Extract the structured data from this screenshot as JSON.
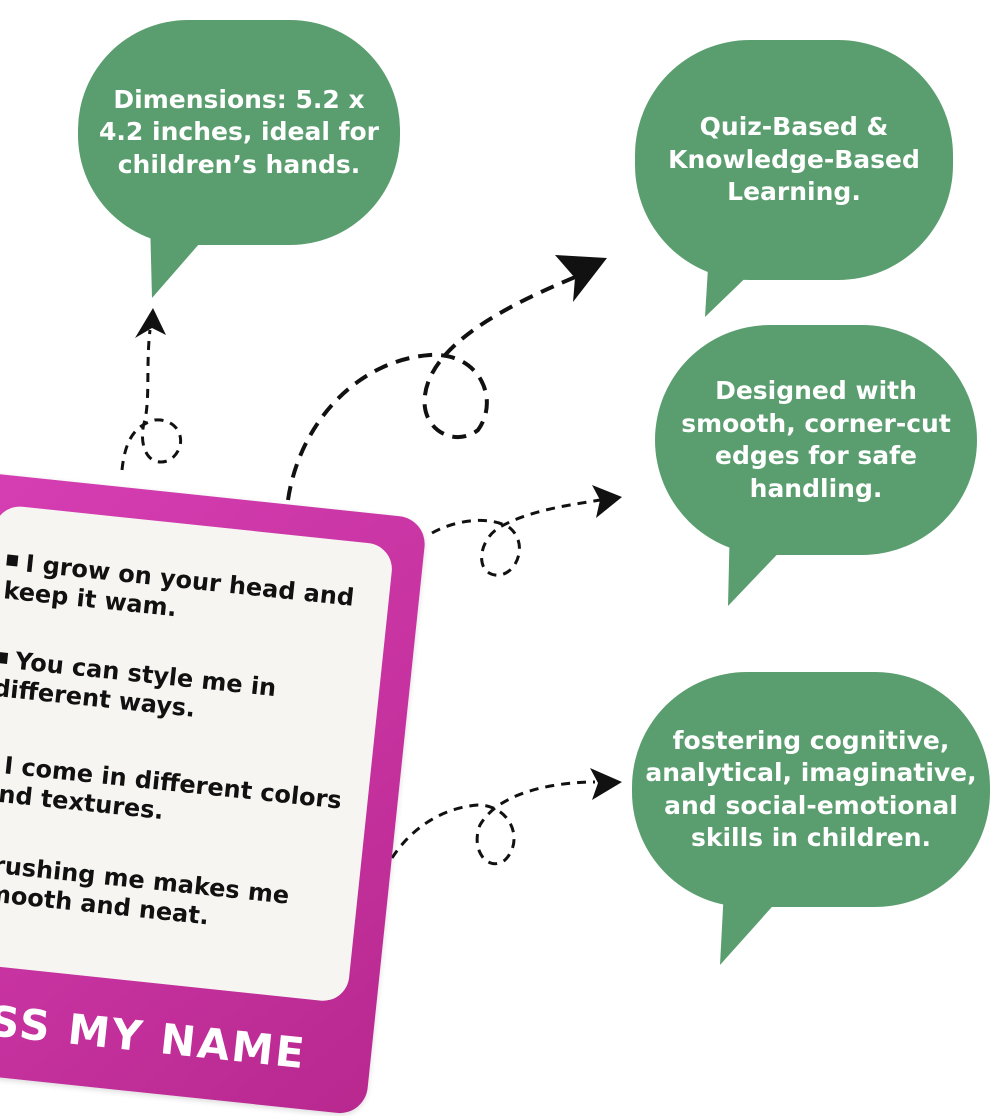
{
  "bubbles": {
    "dimensions": [
      "Dimensions: 5.2 x",
      "4.2 inches, ideal for",
      "children’s hands."
    ],
    "quiz": [
      "Quiz-Based &",
      "Knowledge-Based",
      "Learning."
    ],
    "safe": [
      "Designed with",
      "smooth, corner-cut",
      "edges for safe",
      "handling."
    ],
    "skills": [
      "fostering cognitive,",
      "analytical, imaginative,",
      "and social-emotional",
      "skills in children."
    ]
  },
  "card": {
    "clues": [
      "I grow on your head and keep it wam.",
      "You can style me in different ways.",
      "I come in different colors and textures.",
      "Brushing me makes me smooth and neat."
    ],
    "title": "UESS MY NAME"
  },
  "colors": {
    "bubble": "#5a9e6f",
    "card": "#c6329f",
    "card_inner": "#f6f5f1"
  }
}
